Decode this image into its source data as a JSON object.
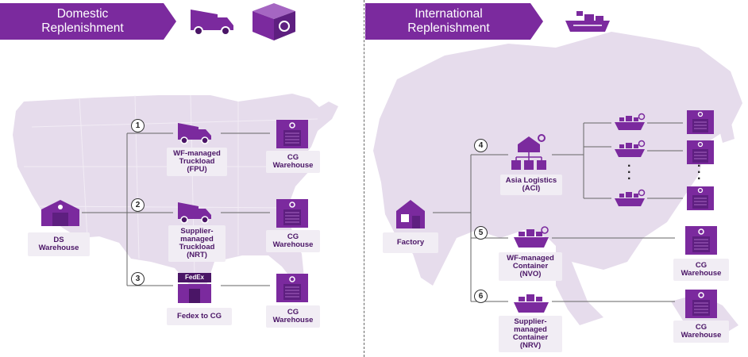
{
  "domestic": {
    "title_line1": "Domestic",
    "title_line2": "Replenishment",
    "source": {
      "line1": "DS",
      "line2": "Warehouse"
    },
    "routes": [
      {
        "num": "1",
        "method": [
          "WF-managed",
          "Truckload",
          "(FPU)"
        ],
        "dest": [
          "CG",
          "Warehouse"
        ]
      },
      {
        "num": "2",
        "method": [
          "Supplier-",
          "managed",
          "Truckload",
          "(NRT)"
        ],
        "dest": [
          "CG",
          "Warehouse"
        ]
      },
      {
        "num": "3",
        "method": [
          "Fedex to CG"
        ],
        "dest": [
          "CG",
          "Warehouse"
        ],
        "sign": "FedEx"
      }
    ]
  },
  "international": {
    "title_line1": "International",
    "title_line2": "Replenishment",
    "source": {
      "line1": "Factory"
    },
    "routes": [
      {
        "num": "4",
        "method": [
          "Asia Logistics",
          "(ACI)"
        ]
      },
      {
        "num": "5",
        "method": [
          "WF-managed",
          "Container",
          "(NVO)"
        ],
        "dest": [
          "CG",
          "Warehouse"
        ]
      },
      {
        "num": "6",
        "method": [
          "Supplier-",
          "managed",
          "Container",
          "(NRV)"
        ],
        "dest": [
          "CG",
          "Warehouse"
        ]
      }
    ]
  },
  "colors": {
    "primary": "#7b2a9e",
    "dark": "#4a1566",
    "map": "#e6dcec",
    "label_bg": "#f1edf4",
    "line": "#666666"
  }
}
